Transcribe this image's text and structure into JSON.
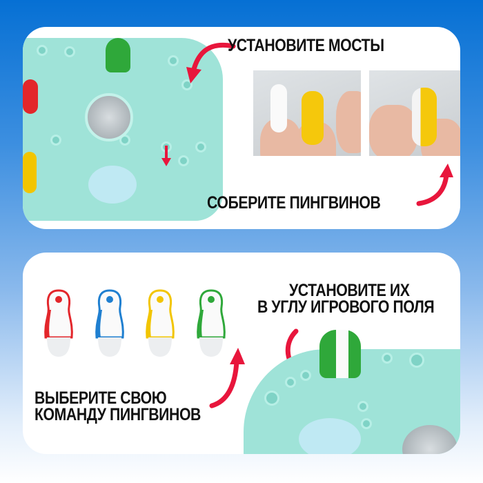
{
  "panel_top": {
    "step_bridges": "УСТАНОВИТЕ МОСТЫ",
    "step_assemble": "СОБЕРИТЕ ПИНГВИНОВ"
  },
  "panel_bottom": {
    "step_choose_line1": "ВЫБЕРИТЕ СВОЮ",
    "step_choose_line2": "КОМАНДУ ПИНГВИНОВ",
    "step_place_line1": "УСТАНОВИТЕ ИХ",
    "step_place_line2": "В УГЛУ ИГРОВОГО ПОЛЯ"
  },
  "colors": {
    "arrow": "#e8163c",
    "board": "#9fe3d8",
    "penguins": [
      "#e3262b",
      "#1f7fd0",
      "#f2c500",
      "#2fa83a"
    ]
  }
}
